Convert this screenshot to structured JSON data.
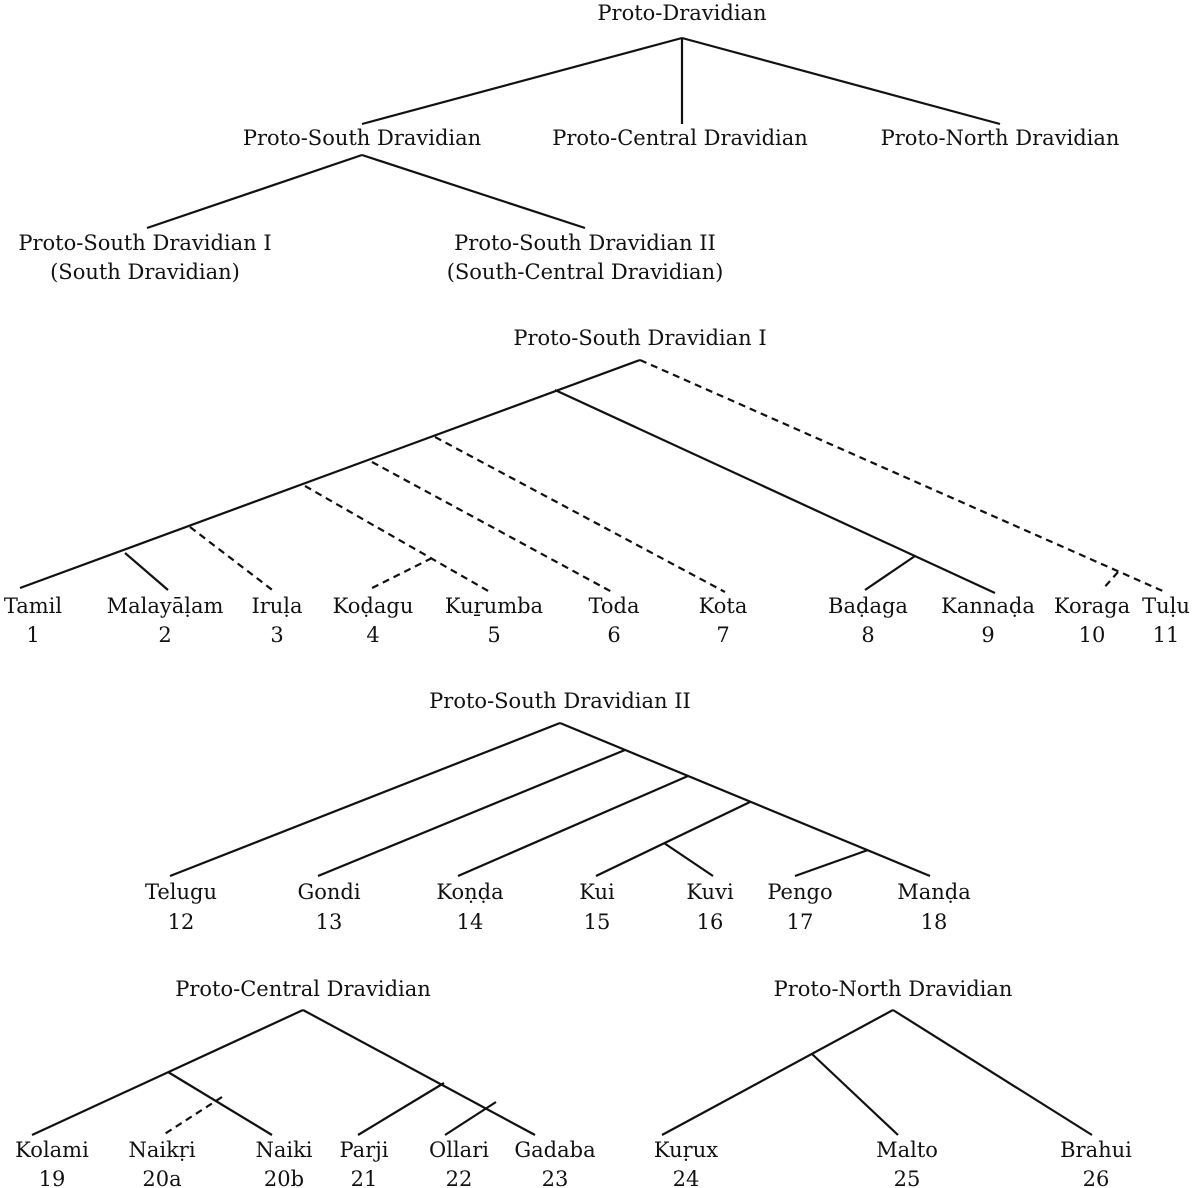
{
  "top_tree": {
    "root": "Proto-Dravidian",
    "south": "Proto-South Dravidian",
    "central": "Proto-Central Dravidian",
    "north": "Proto-North Dravidian",
    "south1_line1": "Proto-South Dravidian I",
    "south1_line2": "(South Dravidian)",
    "south2_line1": "Proto-South Dravidian II",
    "south2_line2": "(South-Central Dravidian)"
  },
  "south1_tree": {
    "title": "Proto-South Dravidian I",
    "leaves": [
      {
        "name": "Tamil",
        "num": "1"
      },
      {
        "name": "Malayāḷam",
        "num": "2"
      },
      {
        "name": "Iruḷa",
        "num": "3"
      },
      {
        "name": "Koḍagu",
        "num": "4"
      },
      {
        "name": "Kuṟumba",
        "num": "5"
      },
      {
        "name": "Toda",
        "num": "6"
      },
      {
        "name": "Kota",
        "num": "7"
      },
      {
        "name": "Baḍaga",
        "num": "8"
      },
      {
        "name": "Kannaḍa",
        "num": "9"
      },
      {
        "name": "Koraga",
        "num": "10"
      },
      {
        "name": "Tuḷu",
        "num": "11"
      }
    ]
  },
  "south2_tree": {
    "title": "Proto-South Dravidian II",
    "leaves": [
      {
        "name": "Telugu",
        "num": "12"
      },
      {
        "name": "Gondi",
        "num": "13"
      },
      {
        "name": "Koṇḍa",
        "num": "14"
      },
      {
        "name": "Kui",
        "num": "15"
      },
      {
        "name": "Kuvi",
        "num": "16"
      },
      {
        "name": "Pengo",
        "num": "17"
      },
      {
        "name": "Manḍa",
        "num": "18"
      }
    ]
  },
  "central_tree": {
    "title": "Proto-Central Dravidian",
    "leaves": [
      {
        "name": "Kolami",
        "num": "19"
      },
      {
        "name": "Naikṛi",
        "num": "20a"
      },
      {
        "name": "Naiki",
        "num": "20b"
      },
      {
        "name": "Parji",
        "num": "21"
      },
      {
        "name": "Ollari",
        "num": "22"
      },
      {
        "name": "Gadaba",
        "num": "23"
      }
    ]
  },
  "north_tree": {
    "title": "Proto-North Dravidian",
    "leaves": [
      {
        "name": "Kuṛux",
        "num": "24"
      },
      {
        "name": "Malto",
        "num": "25"
      },
      {
        "name": "Brahui",
        "num": "26"
      }
    ]
  }
}
